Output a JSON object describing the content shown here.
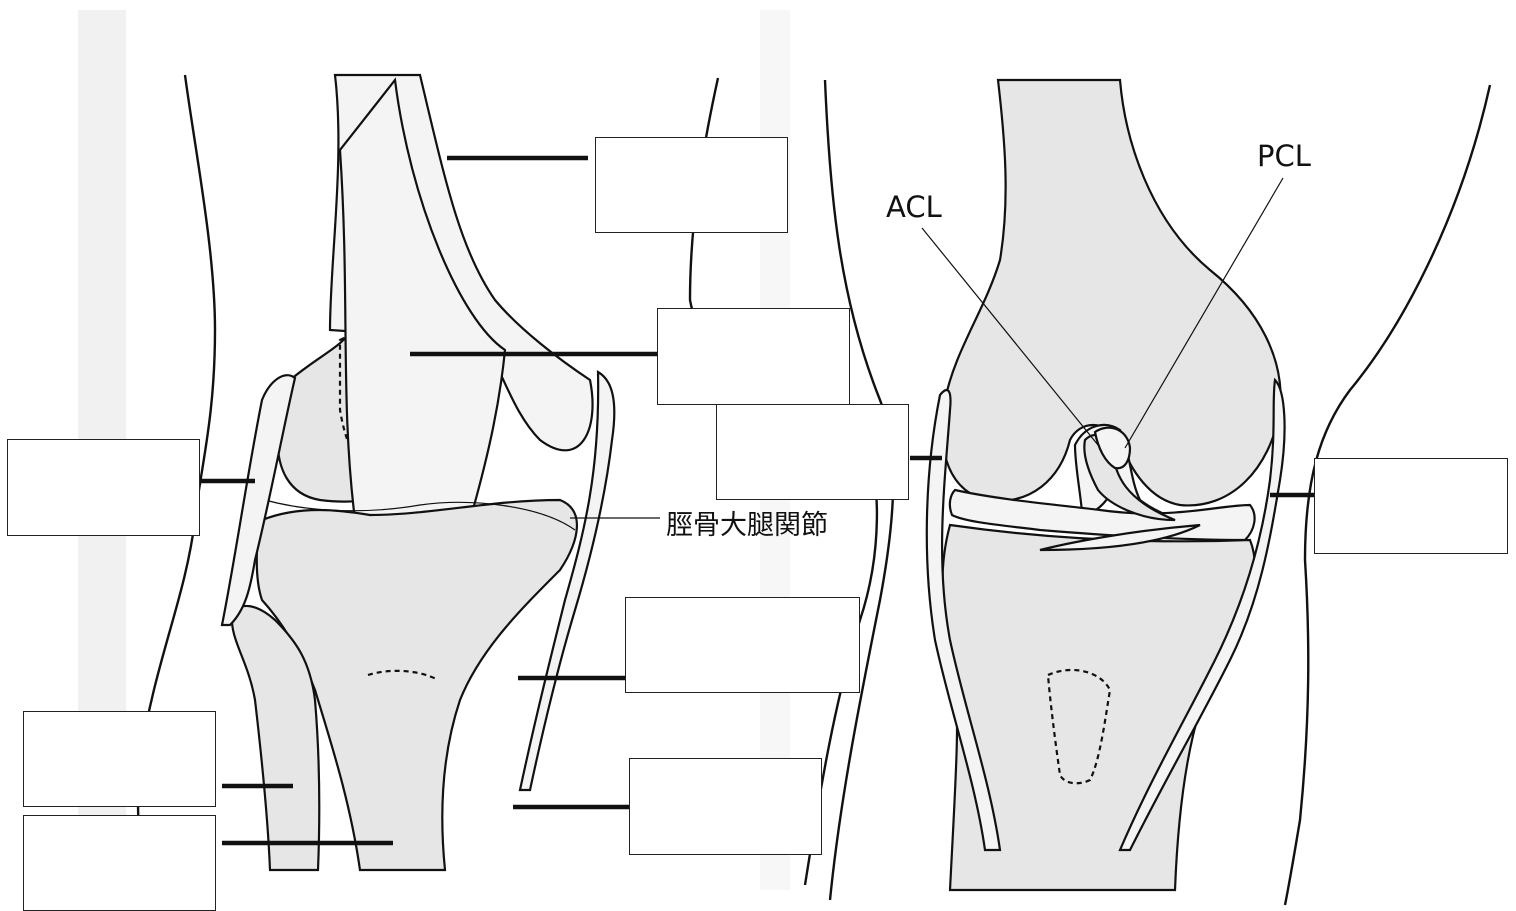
{
  "labels": {
    "joint_label": "脛骨大腿関節",
    "acl": "ACL",
    "pcl": "PCL"
  },
  "answer_boxes": [
    {
      "id": "box-1",
      "value": ""
    },
    {
      "id": "box-2",
      "value": ""
    },
    {
      "id": "box-3",
      "value": ""
    },
    {
      "id": "box-4",
      "value": ""
    },
    {
      "id": "box-5",
      "value": ""
    },
    {
      "id": "box-6",
      "value": ""
    },
    {
      "id": "box-7",
      "value": ""
    },
    {
      "id": "box-8",
      "value": ""
    },
    {
      "id": "box-9",
      "value": ""
    }
  ]
}
